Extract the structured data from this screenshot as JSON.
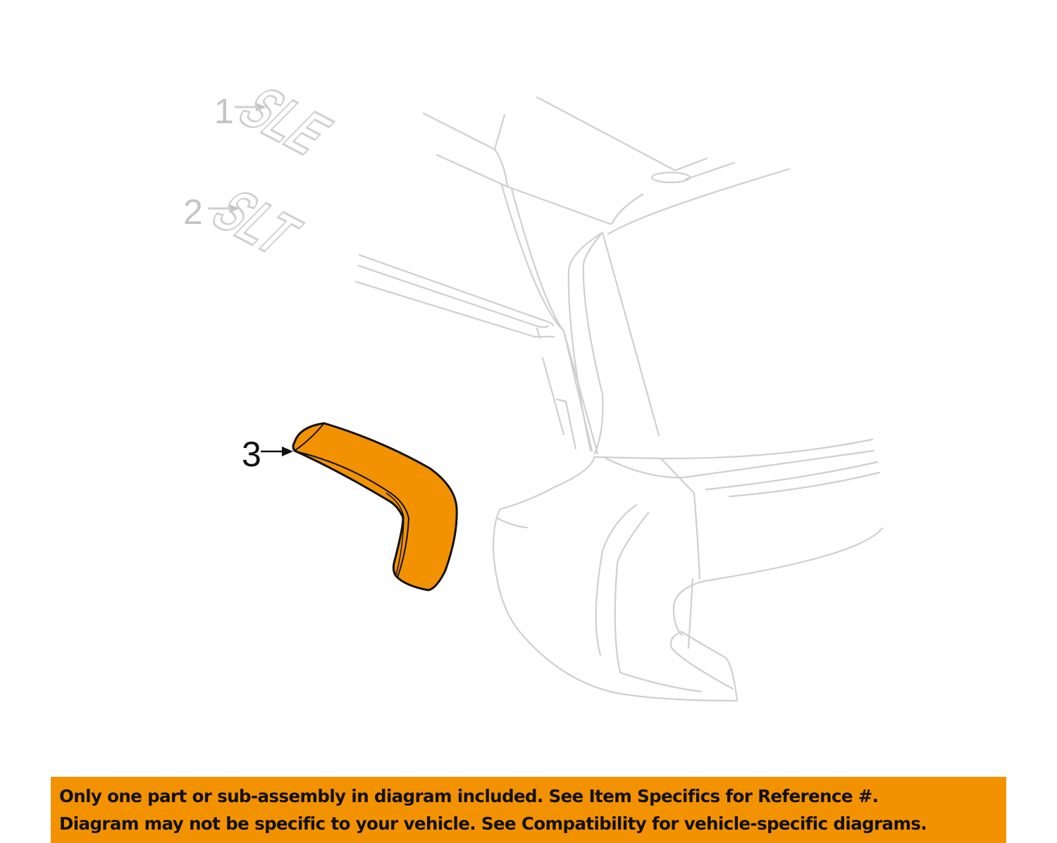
{
  "diagram": {
    "background_color": "#ffffff",
    "ghost_line_color": "#cfcfcf",
    "highlight_color": "#f39200",
    "callouts": [
      {
        "number": "1",
        "label": "SLE",
        "state": "dimmed"
      },
      {
        "number": "2",
        "label": "SLT",
        "state": "dimmed"
      },
      {
        "number": "3",
        "label": "",
        "state": "highlighted"
      }
    ],
    "highlighted_part": {
      "callout": "3",
      "color": "#f39200"
    }
  },
  "banner": {
    "background_color": "#f39200",
    "text_color": "#111111",
    "line1": "Only one part or sub-assembly in diagram included. See Item Specifics for Reference #.",
    "line2": "Diagram may not be specific to your vehicle. See Compatibility for vehicle-specific diagrams."
  }
}
